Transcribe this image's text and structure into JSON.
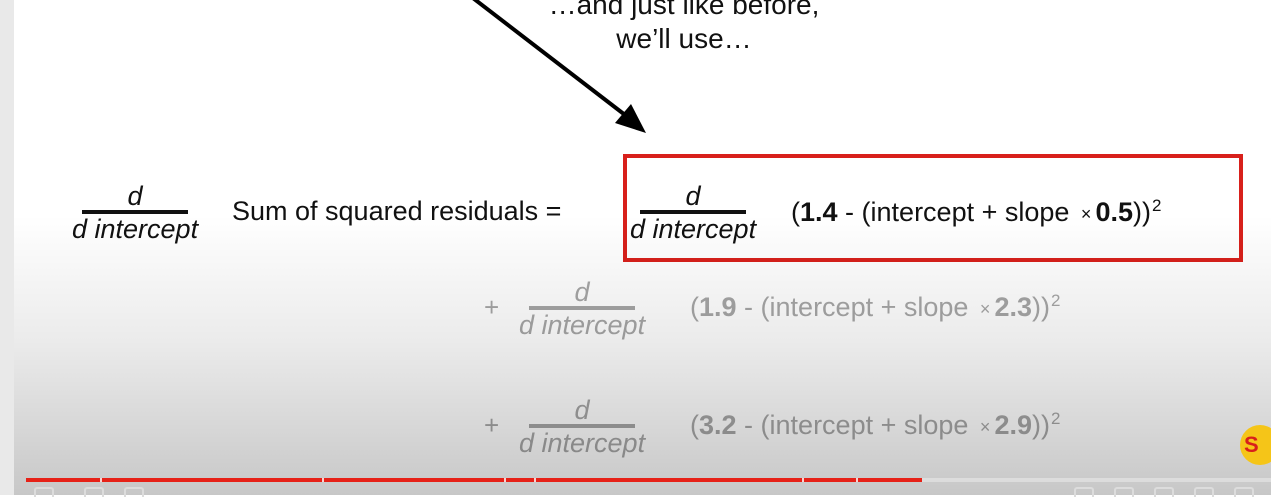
{
  "caption": {
    "line1": "…and just like before,",
    "line2": "we’ll use…"
  },
  "derivative": {
    "numerator": "d",
    "denominator": "d intercept"
  },
  "lhs": {
    "text": "Sum of squared residuals ="
  },
  "terms": [
    {
      "observed": "1.4",
      "x": "0.5",
      "plus": "",
      "highlighted": true
    },
    {
      "observed": "1.9",
      "x": "2.3",
      "plus": "+",
      "highlighted": false
    },
    {
      "observed": "3.2",
      "x": "2.9",
      "plus": "+",
      "highlighted": false
    }
  ],
  "term_parts": {
    "open": "(",
    "middle": " - (intercept + slope ",
    "times": "×",
    "close": "))",
    "exponent": "2"
  },
  "video": {
    "progress_played": 0.72,
    "channel_logo_text": "S"
  },
  "colors": {
    "highlight_box": "#d8201b",
    "progress_bar": "#e62117",
    "faded_text": "#a6a6a6"
  }
}
